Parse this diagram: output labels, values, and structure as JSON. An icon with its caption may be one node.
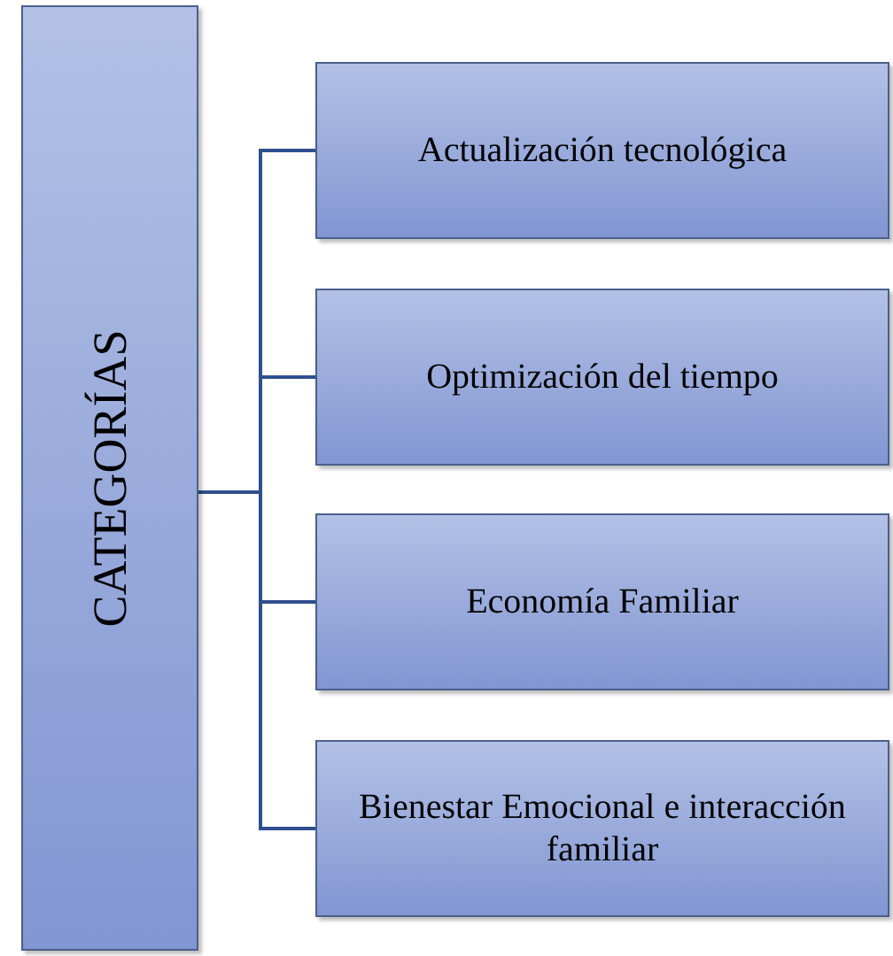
{
  "diagram": {
    "nodes": [
      {
        "text": [
          "CATEGORÍAS"
        ]
      },
      {
        "text": [
          "Actualización tecnológica"
        ]
      },
      {
        "text": [
          "Optimización del tiempo"
        ]
      },
      {
        "text": [
          "Economía Familiar"
        ]
      },
      {
        "text": [
          "Bienestar Emocional e interacción familiar"
        ]
      }
    ],
    "edges": [
      {
        "from": 0,
        "to": 1,
        "arrow": "none"
      },
      {
        "from": 0,
        "to": 2,
        "arrow": "none"
      },
      {
        "from": 0,
        "to": 3,
        "arrow": "none"
      },
      {
        "from": 0,
        "to": 4,
        "arrow": "none"
      }
    ]
  }
}
